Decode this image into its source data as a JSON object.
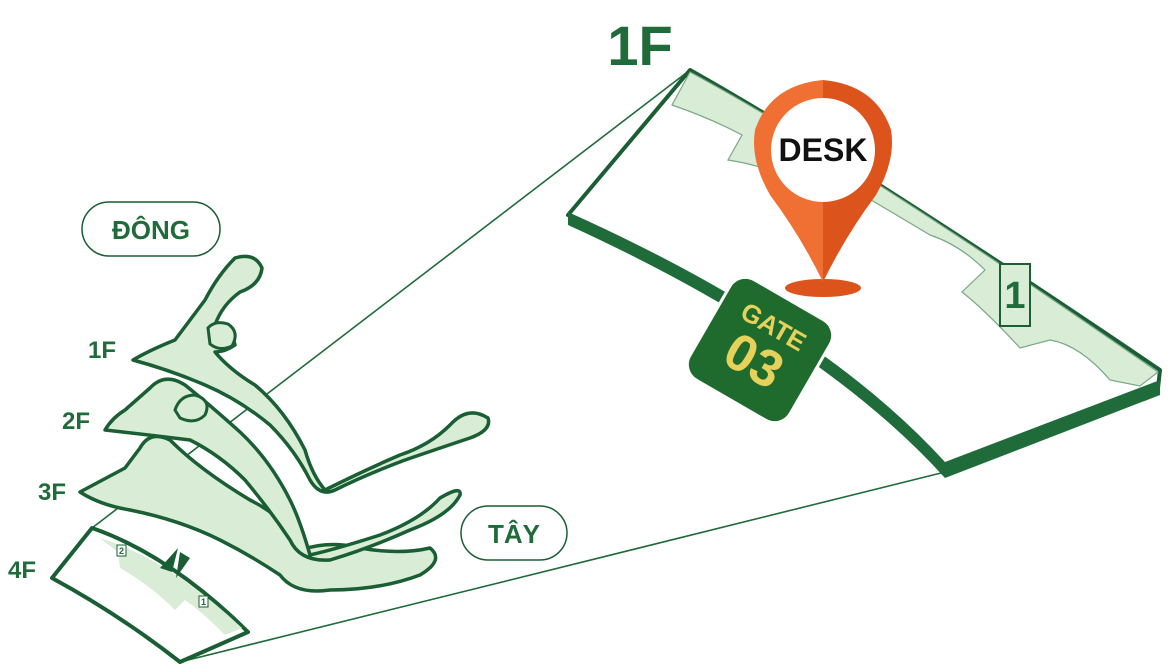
{
  "zoom_floor_label": "1F",
  "pin": {
    "label": "DESK",
    "color_left": "#f07033",
    "color_right": "#dd531c"
  },
  "gate": {
    "word": "GATE",
    "number": "03",
    "bg": "#1f6b2e",
    "text": "#e6d15a"
  },
  "directions": {
    "east": "ĐÔNG",
    "west": "TÂY"
  },
  "floors": [
    "1F",
    "2F",
    "3F",
    "4F"
  ],
  "zone_markers": {
    "big_one": "1",
    "small_one": "1",
    "small_two": "2"
  },
  "colors": {
    "green_dark": "#1f6b3a",
    "green_fill": "#d8ecd6",
    "outline": "#1a5e34"
  }
}
